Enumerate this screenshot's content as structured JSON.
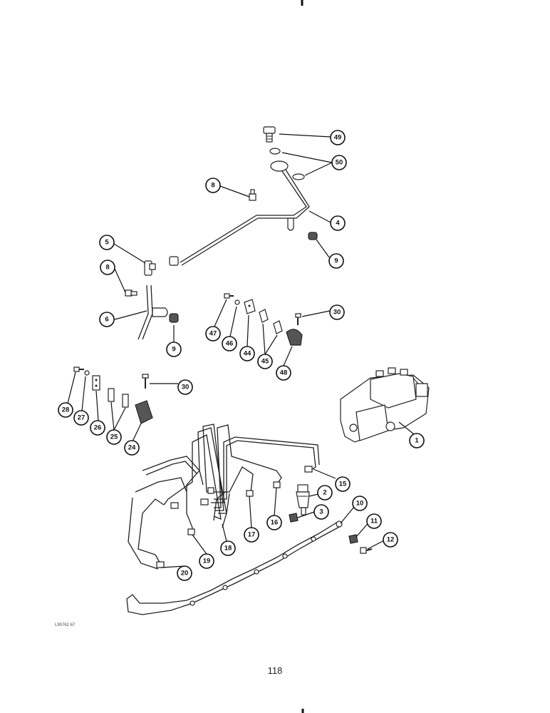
{
  "page_number": "118",
  "reference_code": "L90762 67",
  "callouts": [
    {
      "id": "c49",
      "label": "49"
    },
    {
      "id": "c50",
      "label": "50"
    },
    {
      "id": "c8a",
      "label": "8"
    },
    {
      "id": "c4",
      "label": "4"
    },
    {
      "id": "c9a",
      "label": "9"
    },
    {
      "id": "c5",
      "label": "5"
    },
    {
      "id": "c8b",
      "label": "8"
    },
    {
      "id": "c6",
      "label": "6"
    },
    {
      "id": "c9b",
      "label": "9"
    },
    {
      "id": "c47",
      "label": "47"
    },
    {
      "id": "c46",
      "label": "46"
    },
    {
      "id": "c44",
      "label": "44"
    },
    {
      "id": "c45",
      "label": "45"
    },
    {
      "id": "c48",
      "label": "48"
    },
    {
      "id": "c30a",
      "label": "30"
    },
    {
      "id": "c28",
      "label": "28"
    },
    {
      "id": "c27",
      "label": "27"
    },
    {
      "id": "c26",
      "label": "26"
    },
    {
      "id": "c25",
      "label": "25"
    },
    {
      "id": "c24",
      "label": "24"
    },
    {
      "id": "c30b",
      "label": "30"
    },
    {
      "id": "c1",
      "label": "1"
    },
    {
      "id": "c15",
      "label": "15"
    },
    {
      "id": "c2",
      "label": "2"
    },
    {
      "id": "c3",
      "label": "3"
    },
    {
      "id": "c10",
      "label": "10"
    },
    {
      "id": "c11",
      "label": "11"
    },
    {
      "id": "c12",
      "label": "12"
    },
    {
      "id": "c16",
      "label": "16"
    },
    {
      "id": "c17",
      "label": "17"
    },
    {
      "id": "c18",
      "label": "18"
    },
    {
      "id": "c19",
      "label": "19"
    },
    {
      "id": "c20",
      "label": "20"
    }
  ]
}
